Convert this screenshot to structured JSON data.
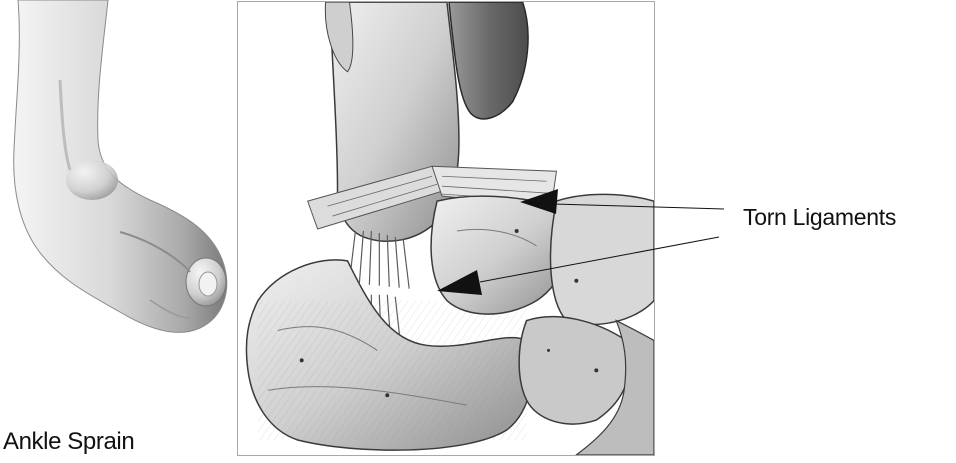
{
  "diagram": {
    "caption": "Ankle Sprain",
    "callout": {
      "label": "Torn Ligaments",
      "arrow_count": 2
    },
    "panels": [
      {
        "name": "foot-exterior-view",
        "icon": "inverted-foot-sketch"
      },
      {
        "name": "ankle-anatomy-view",
        "icon": "ankle-bones-ligaments-sketch"
      }
    ],
    "colors": {
      "ink": "#111111",
      "bone_light": "#e6e6e6",
      "bone_mid": "#bdbdbd",
      "bone_dark": "#6e6e6e",
      "panel_border": "#a8a8a8"
    }
  }
}
